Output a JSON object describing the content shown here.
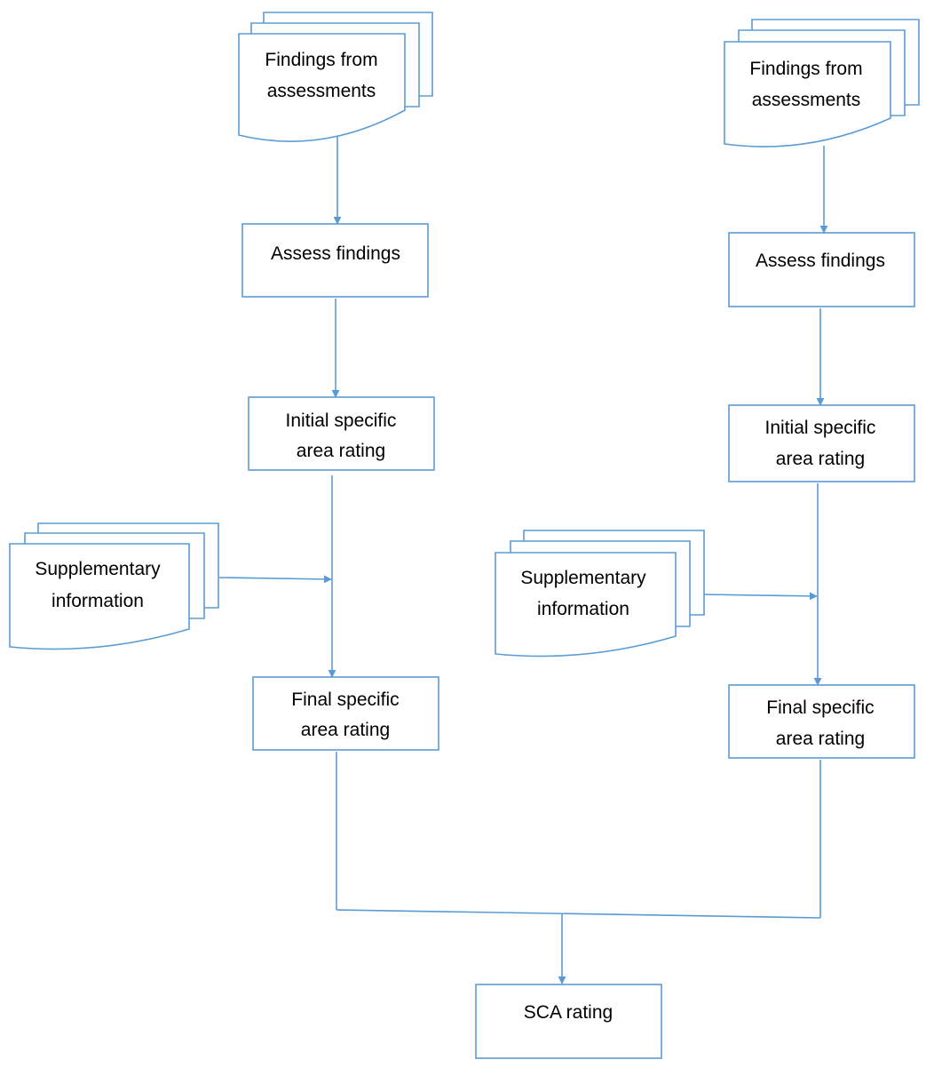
{
  "left": {
    "findings": [
      "Findings from",
      "assessments"
    ],
    "assess": [
      "Assess findings"
    ],
    "initial": [
      "Initial specific",
      "area rating"
    ],
    "supplementary": [
      "Supplementary",
      "information"
    ],
    "final": [
      "Final specific",
      "area rating"
    ]
  },
  "right": {
    "findings": [
      "Findings from",
      "assessments"
    ],
    "assess": [
      "Assess findings"
    ],
    "initial": [
      "Initial specific",
      "area rating"
    ],
    "supplementary": [
      "Supplementary",
      "information"
    ],
    "final": [
      "Final specific",
      "area rating"
    ]
  },
  "sca": [
    "SCA rating"
  ],
  "colors": {
    "stroke": "#5b9bd5",
    "text": "#000000",
    "background": "#ffffff"
  }
}
